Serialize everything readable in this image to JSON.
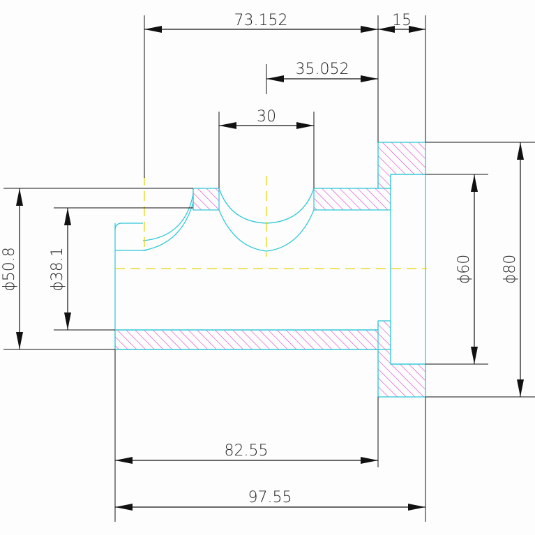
{
  "dimensions": {
    "top_overall": "73.152",
    "flange_width": "15",
    "hole_offset": "35.052",
    "hole_width": "30",
    "bottom_inner": "82.55",
    "bottom_overall": "97.55",
    "dia_outer_tube": "ϕ50.8",
    "dia_inner_tube": "ϕ38.1",
    "dia_flange_bore": "ϕ60",
    "dia_flange_outer": "ϕ80"
  },
  "colors": {
    "part_outline": "#2cc7d8",
    "hatch": "#e040c8",
    "centerline": "#e6d300",
    "dimension": "#111111"
  }
}
